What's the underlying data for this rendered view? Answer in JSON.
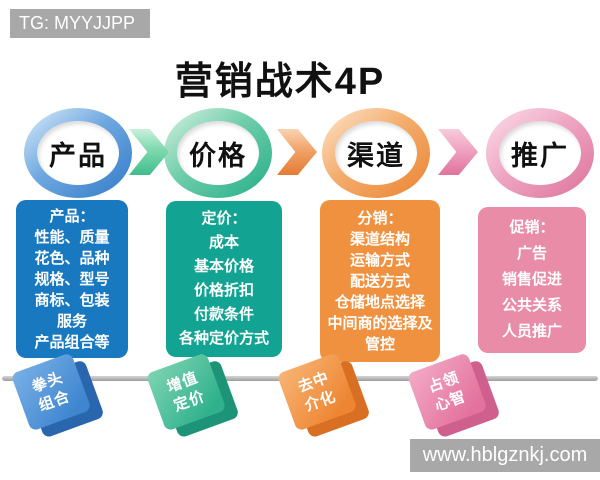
{
  "badge": {
    "text": "TG: MYYJJPP"
  },
  "title": "营销战术4P",
  "footer": {
    "website": "www.hblgznkj.com"
  },
  "colors": {
    "product_blue": "#1878c0",
    "price_teal": "#12a392",
    "place_orange": "#f0913f",
    "promotion_pink": "#e88ca8",
    "bar_gray": "#a8a8a8",
    "timeline_gray": "#b0b0b0",
    "title_black": "#111111"
  },
  "arrows": [
    {
      "icon": "chevron-right",
      "color": "#3fbd8c"
    },
    {
      "icon": "chevron-right",
      "color": "#e47c33"
    },
    {
      "icon": "chevron-right",
      "color": "#e0729e"
    }
  ],
  "columns": [
    {
      "circle_label": "产品",
      "box_lines": [
        "产品：",
        "性能、质量",
        "花色、品种",
        "规格、型号",
        "商标、包装",
        "服务",
        "产品组合等"
      ],
      "cube_lines": [
        "拳头",
        "组合"
      ]
    },
    {
      "circle_label": "价格",
      "box_lines": [
        "定价：",
        "成本",
        "基本价格",
        "价格折扣",
        "付款条件",
        "各种定价方式"
      ],
      "cube_lines": [
        "增值",
        "定价"
      ]
    },
    {
      "circle_label": "渠道",
      "box_lines": [
        "分销：",
        "渠道结构",
        "运输方式",
        "配送方式",
        "仓储地点选择",
        "中间商的选择及",
        "管控"
      ],
      "cube_lines": [
        "去中",
        "介化"
      ]
    },
    {
      "circle_label": "推广",
      "box_lines": [
        "促销：",
        "广告",
        "销售促进",
        "公共关系",
        "人员推广"
      ],
      "cube_lines": [
        "占领",
        "心智"
      ]
    }
  ]
}
